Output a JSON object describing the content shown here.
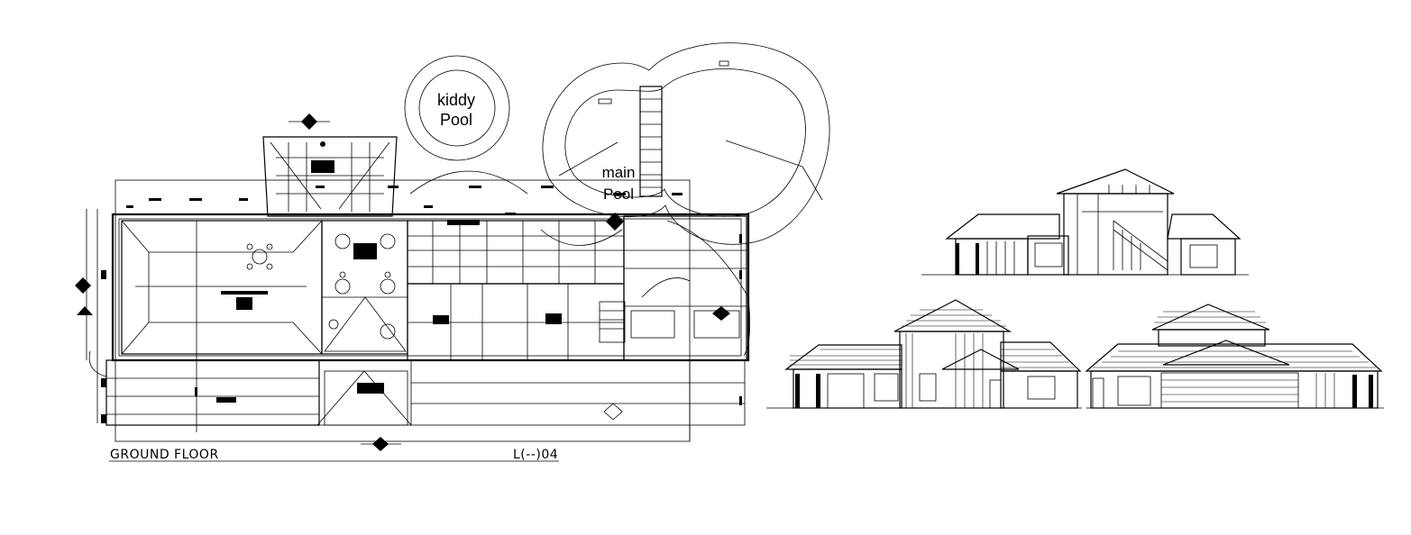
{
  "labels": {
    "kiddy_pool_line1": "kiddy",
    "kiddy_pool_line2": "Pool",
    "main_pool_line1": "main",
    "main_pool_line2": "Pool",
    "floor_title": "GROUND FLOOR",
    "sheet_ref": "L(--)04"
  },
  "colors": {
    "ink": "#000000",
    "paper": "#ffffff"
  }
}
